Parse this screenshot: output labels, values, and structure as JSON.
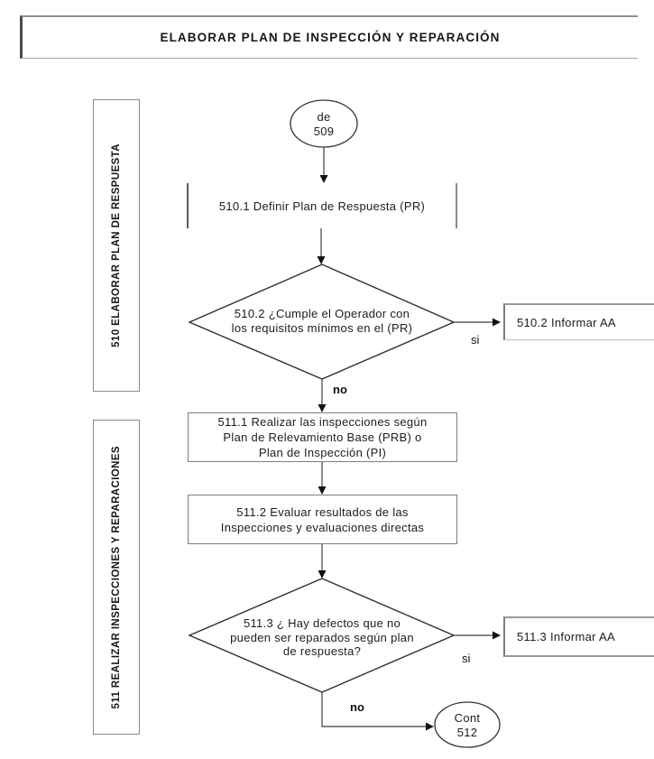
{
  "title_bar": {
    "text": "ELABORAR PLAN DE INSPECCIÓN Y REPARACIÓN"
  },
  "side_sections": [
    {
      "label": "510 ELABORAR PLAN DE RESPUESTA"
    },
    {
      "label": "511 REALIZAR INSPECCIONES Y REPARACIONES"
    }
  ],
  "flowchart": {
    "start_connector": {
      "line1": "de",
      "line2": "509"
    },
    "step_510_1": {
      "text": "510.1 Definir Plan de Respuesta (PR)"
    },
    "decision_510_2": {
      "line1": "510.2 ¿Cumple el Operador con",
      "line2": "los requisitos mínimos en el (PR)"
    },
    "informar_510_2": {
      "text": "510.2 Informar AA"
    },
    "branch_510_2": {
      "yes": "si",
      "no": "no"
    },
    "step_511_1": {
      "line1": "511.1 Realizar las inspecciones según",
      "line2": "Plan de Relevamiento Base (PRB) o",
      "line3": "Plan de Inspección (PI)"
    },
    "step_511_2": {
      "line1": "511.2 Evaluar resultados de las",
      "line2": "Inspecciones y evaluaciones directas"
    },
    "decision_511_3": {
      "line1": "511.3 ¿ Hay defectos que no",
      "line2": "pueden ser reparados según plan",
      "line3": "de respuesta?"
    },
    "informar_511_3": {
      "text": "511.3 Informar AA"
    },
    "branch_511_3": {
      "yes": "si",
      "no": "no"
    },
    "end_connector": {
      "line1": "Cont",
      "line2": "512"
    }
  },
  "colors": {
    "background": "#ffffff",
    "ink": "#1c1c1c",
    "line": "#3f3f3f",
    "border": "#7d7d7d"
  }
}
